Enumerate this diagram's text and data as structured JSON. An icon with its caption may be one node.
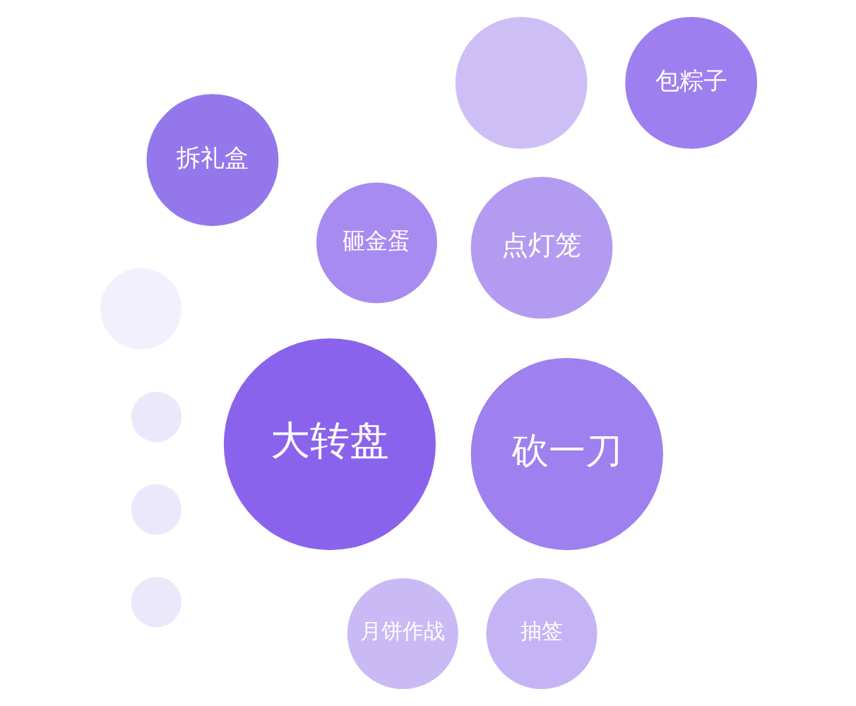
{
  "diagram": {
    "nodes": [
      {
        "text": [],
        "shape": "circle"
      },
      {
        "text": [
          "砸金蛋"
        ]
      },
      {
        "text": [],
        "shape": "circle"
      },
      {
        "text": [
          "月饼作战"
        ]
      },
      {
        "text": [
          "拆礼盒"
        ]
      },
      {
        "text": [
          "大转盘"
        ]
      },
      {
        "text": [],
        "shape": "circle"
      },
      {
        "text": [
          "砍一刀"
        ]
      },
      {
        "text": [
          "点灯笼"
        ]
      },
      {
        "text": [
          "包粽子"
        ]
      },
      {
        "text": [
          "抽签"
        ]
      },
      {
        "text": [],
        "shape": "circle"
      },
      {
        "text": [],
        "shape": "circle"
      }
    ]
  }
}
